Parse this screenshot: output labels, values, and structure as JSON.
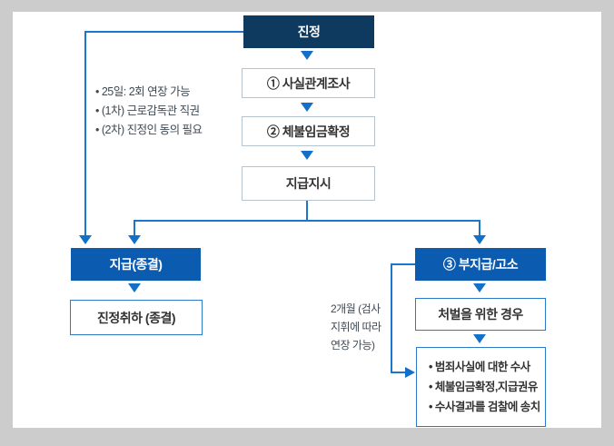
{
  "diagram": {
    "start": "진정",
    "process_steps": [
      "① 사실관계조사",
      "② 체불임금확정",
      "지급지시"
    ],
    "process_note": [
      "• 25일: 2회 연장 가능",
      "• (1차) 근로감독관 직권",
      "• (2차) 진정인 동의 필요"
    ],
    "payment_branch": {
      "title": "지급(종결)",
      "result": "진정취하 (종결)"
    },
    "nonpayment_branch": {
      "title": "③ 부지급/고소",
      "condition": "처벌을 위한 경우",
      "actions": [
        "• 범죄사실에 대한 수사",
        "• 체불임금확정,지급권유",
        "• 수사결과를 검찰에 송치"
      ],
      "note": [
        "2개월 (검사",
        "지휘에 따라",
        "연장 가능)"
      ]
    }
  },
  "colors": {
    "background": "#cccccc",
    "canvas": "#ffffff",
    "start_node": "#0e3a60",
    "branch_node": "#0b5cb1",
    "connector": "#1a76cc",
    "gray_border": "#b4c3ce",
    "blue_border": "#2c79c6",
    "text_dark": "#333333",
    "text_white": "#ffffff"
  }
}
